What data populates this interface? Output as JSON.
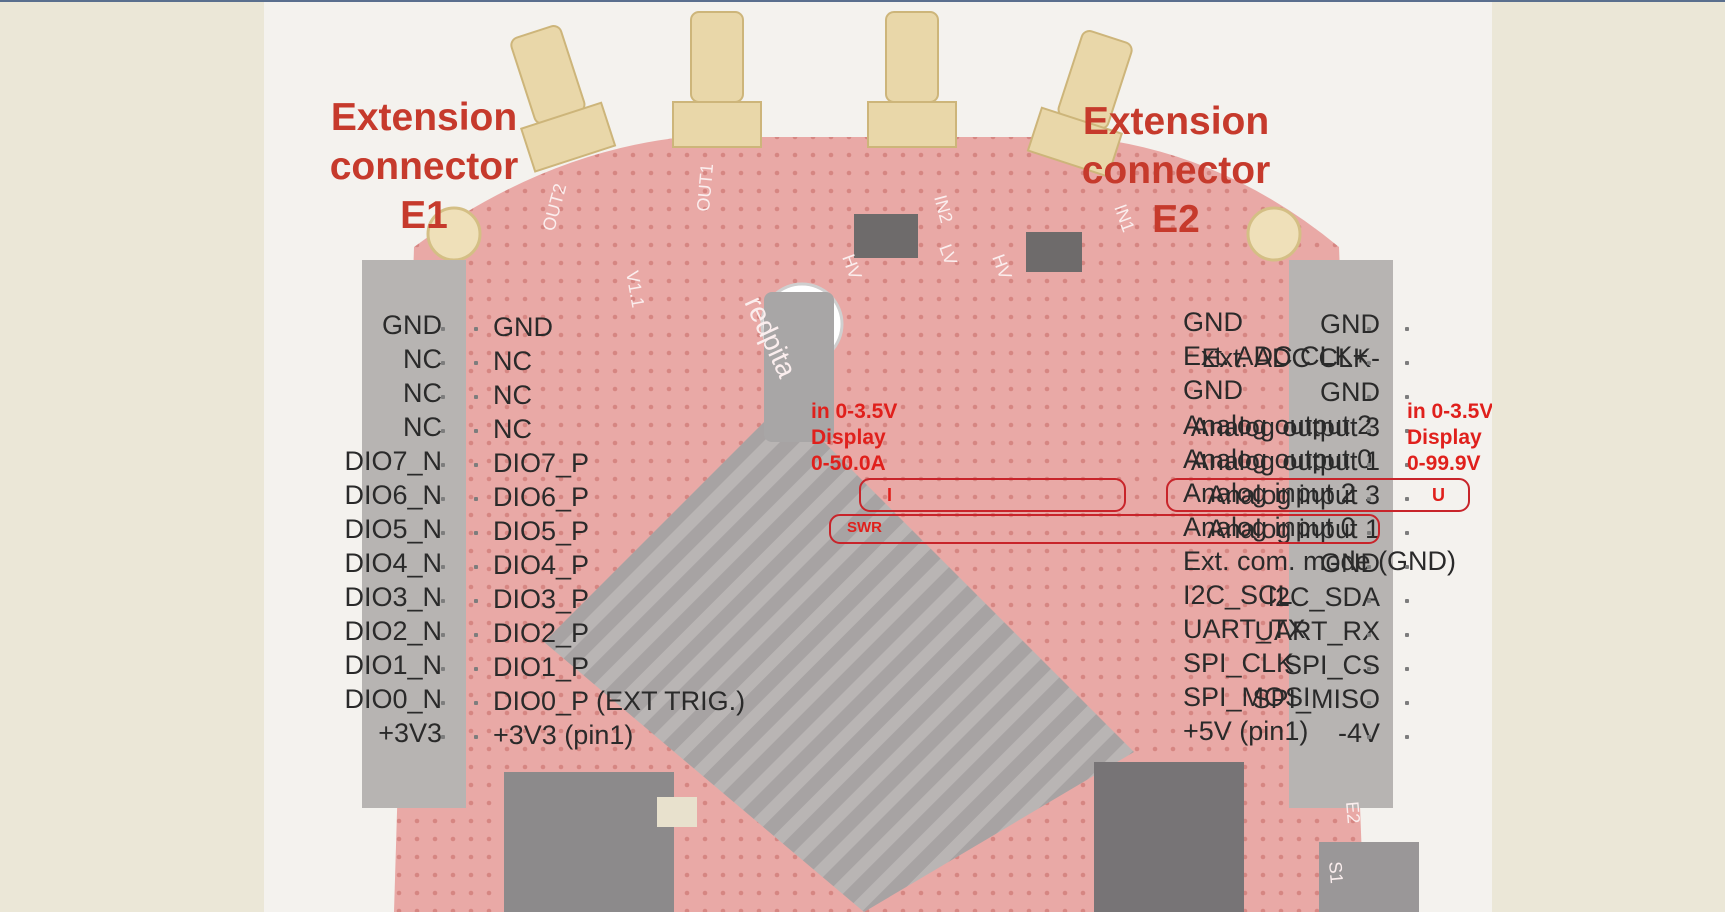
{
  "title_left": {
    "line1": "Extension",
    "line2": "connector",
    "id": "E1"
  },
  "title_right": {
    "line1": "Extension",
    "line2": "connector",
    "id": "E2"
  },
  "e1_left": [
    "GND",
    "NC",
    "NC",
    "NC",
    "DIO7_N",
    "DIO6_N",
    "DIO5_N",
    "DIO4_N",
    "DIO3_N",
    "DIO2_N",
    "DIO1_N",
    "DIO0_N",
    "+3V3"
  ],
  "e1_right": [
    "GND",
    "NC",
    "NC",
    "NC",
    "DIO7_P",
    "DIO6_P",
    "DIO5_P",
    "DIO4_P",
    "DIO3_P",
    "DIO2_P",
    "DIO1_P",
    "DIO0_P (EXT TRIG.)",
    "+3V3 (pin1)"
  ],
  "e2_left": [
    "GND",
    "Ext. ADC CLK-",
    "GND",
    "Analog output 3",
    "Analog output 1",
    "Analog input 3",
    "Analog input 1",
    "GND",
    "I2C_SDA",
    "UART_RX",
    "SPI_CS",
    "SPI_MISO",
    "-4V"
  ],
  "e2_right": [
    "GND",
    "Ext. ADC CLK+",
    "GND",
    "Analog output 2",
    "Analog output 0",
    "Analog input 2",
    "Analog input 0",
    "Ext. com. mode (GND)",
    "I2C_SCL",
    "UART_TX",
    "SPI_CLK",
    "SPI_MOSI",
    "+5V (pin1)"
  ],
  "annotations": {
    "left_line1": "in 0-3.5V",
    "left_line2": "Display",
    "left_line3": "0-50.0A",
    "right_line1": "in 0-3.5V",
    "right_line2": "Display",
    "right_line3": "0-99.9V",
    "current": "I",
    "voltage": "U",
    "swr": "SWR"
  },
  "board_markings": {
    "out2": "OUT2",
    "out1": "OUT1",
    "in2": "IN2",
    "in1": "IN1",
    "hv1": "HV",
    "lv": "LV",
    "hv2": "HV",
    "v11": "V1.1",
    "brand": "redpita",
    "e2": "E2",
    "s1": "S1"
  },
  "colors": {
    "accent": "#c63a2c",
    "annotation": "#e0201c",
    "board": "#e8a3a0",
    "background": "#ebe7d7"
  }
}
